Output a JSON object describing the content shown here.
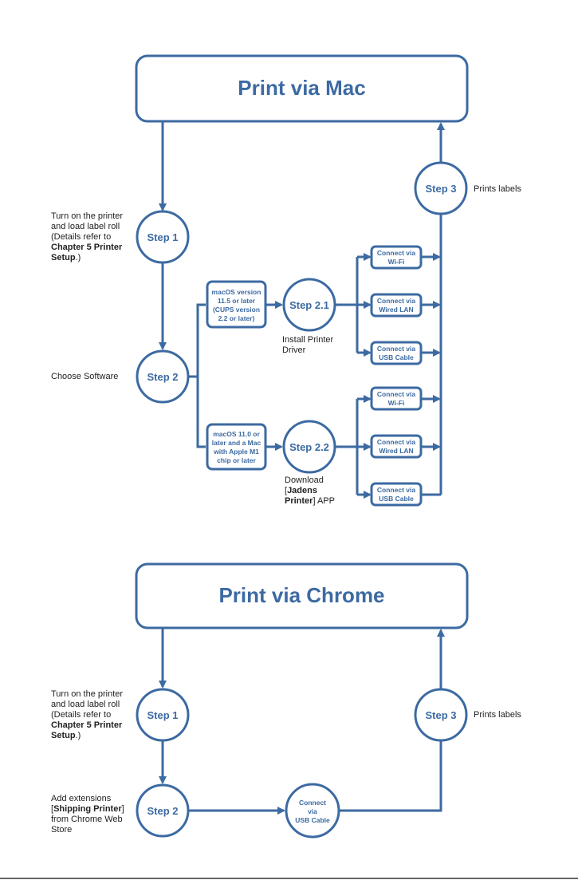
{
  "mac": {
    "title": "Print via Mac",
    "step1": "Step 1",
    "step1_note": [
      "Turn on the printer",
      "and load label roll",
      "(Details refer to"
    ],
    "step1_note_bold1": "Chapter 5 Printer",
    "step1_note_bold2": "Setup",
    "step1_note_end": ".)",
    "step2": "Step 2",
    "step2_note": "Choose Software",
    "req_a": [
      "macOS version",
      "11.5 or later",
      "(CUPS version",
      "2.2 or later)"
    ],
    "req_b": [
      "macOS 11.0 or",
      "later and a Mac",
      "with Apple M1",
      "chip or later"
    ],
    "step21": "Step 2.1",
    "step21_note": [
      "Install Printer",
      "Driver"
    ],
    "step22": "Step 2.2",
    "step22_note_1": "Download",
    "step22_note_2a": "[",
    "step22_note_2b": "Jadens",
    "step22_note_3a": "Printer",
    "step22_note_3b": "] APP",
    "conn_a": [
      [
        "Connect via",
        "Wi-Fi"
      ],
      [
        "Connect via",
        "Wired LAN"
      ],
      [
        "Connect via",
        "USB Cable"
      ]
    ],
    "conn_b": [
      [
        "Connect via",
        "Wi-Fi"
      ],
      [
        "Connect via",
        "Wired LAN"
      ],
      [
        "Connect via",
        "USB Cable"
      ]
    ],
    "step3": "Step 3",
    "step3_note": "Prints labels"
  },
  "chrome": {
    "title": "Print via Chrome",
    "step1": "Step 1",
    "step1_note": [
      "Turn on the printer",
      "and load label roll",
      "(Details refer to"
    ],
    "step1_note_bold1": "Chapter 5 Printer",
    "step1_note_bold2": "Setup",
    "step1_note_end": ".)",
    "step2": "Step 2",
    "step2_note_1": "Add extensions",
    "step2_note_2a": "[",
    "step2_note_2b": "Shipping Printer",
    "step2_note_2c": "]",
    "step2_note_3": "from Chrome Web",
    "step2_note_4": "Store",
    "connect": [
      "Connect",
      "via",
      "USB Cable"
    ],
    "step3": "Step 3",
    "step3_note": "Prints labels"
  },
  "colors": {
    "stroke": "#3c6aa2",
    "text": "#222222",
    "background": "#ffffff"
  }
}
